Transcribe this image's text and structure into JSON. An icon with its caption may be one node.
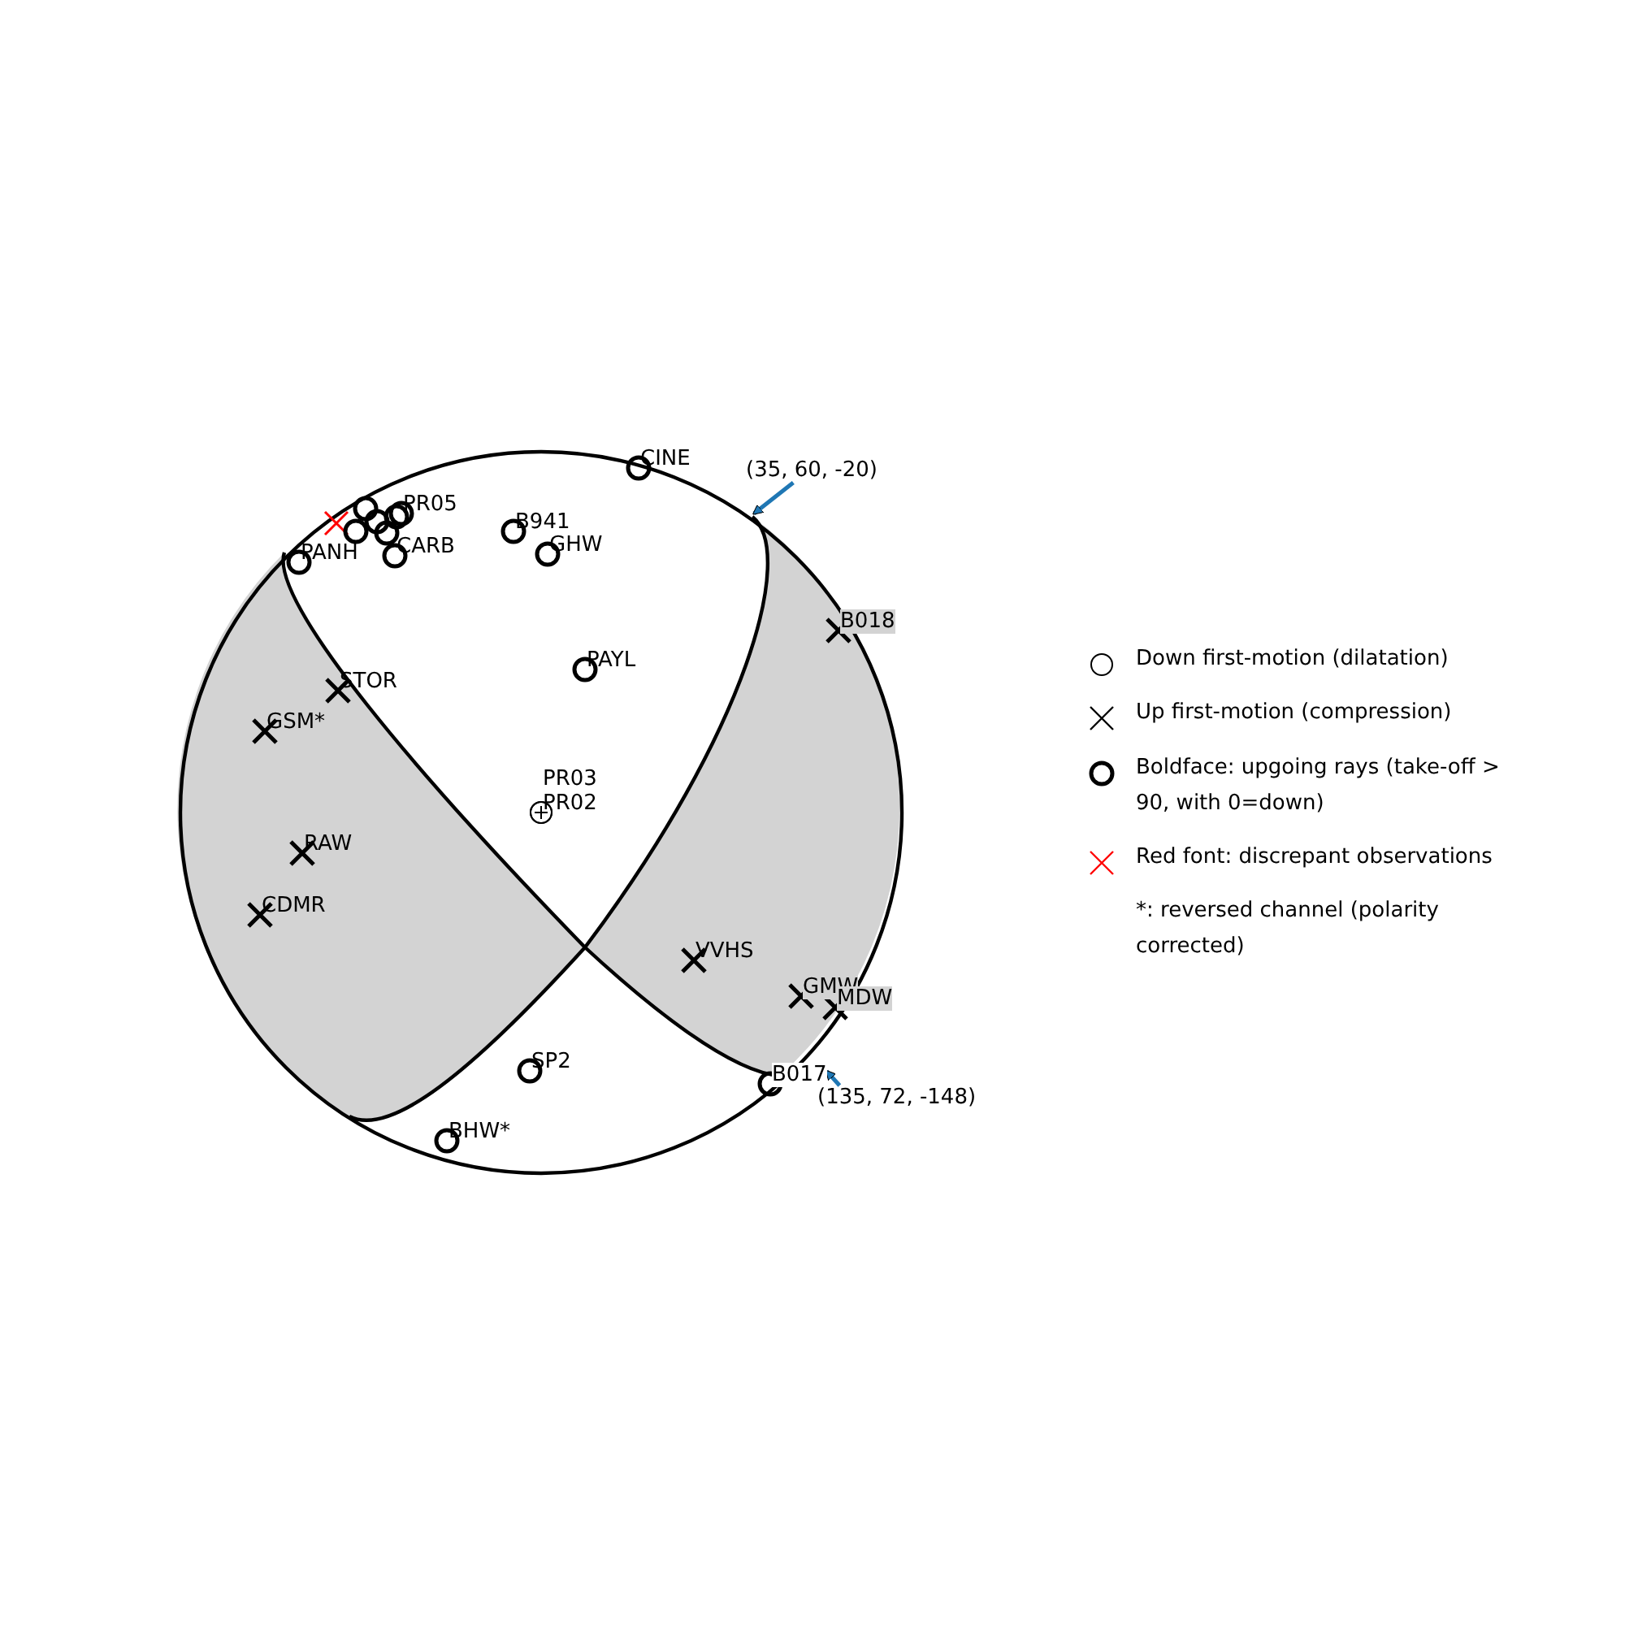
{
  "diagram": {
    "nodes": [
      {
        "text": [
          "(35, 60, -20)"
        ]
      },
      {
        "text": [
          "(135, 72, -148)"
        ]
      },
      {
        "text": [
          "B017"
        ]
      }
    ],
    "edges": [
      {
        "from": 0,
        "to": null,
        "arrow": "to"
      },
      {
        "from": 1,
        "to": 2,
        "arrow": "to"
      }
    ],
    "labels": [
      "CINE",
      "PR05",
      "PANH",
      "CARB",
      "B941",
      "GHW",
      "B018",
      "PAYL",
      "STOR",
      "GSM*",
      "PR03",
      "PR02",
      "RAW",
      "CDMR",
      "VVHS",
      "GMW",
      "MDW",
      "SP2",
      "BHW*"
    ],
    "legend": [
      {
        "text": "Down first-motion (dilatation)"
      },
      {
        "text": "Up first-motion (compression)"
      },
      {
        "text": "Boldface: upgoing rays (take-off > 90, with 0=down)"
      },
      {
        "text": "Red font: discrepant observations"
      },
      {
        "text": "*: reversed channel (polarity corrected)"
      }
    ]
  }
}
